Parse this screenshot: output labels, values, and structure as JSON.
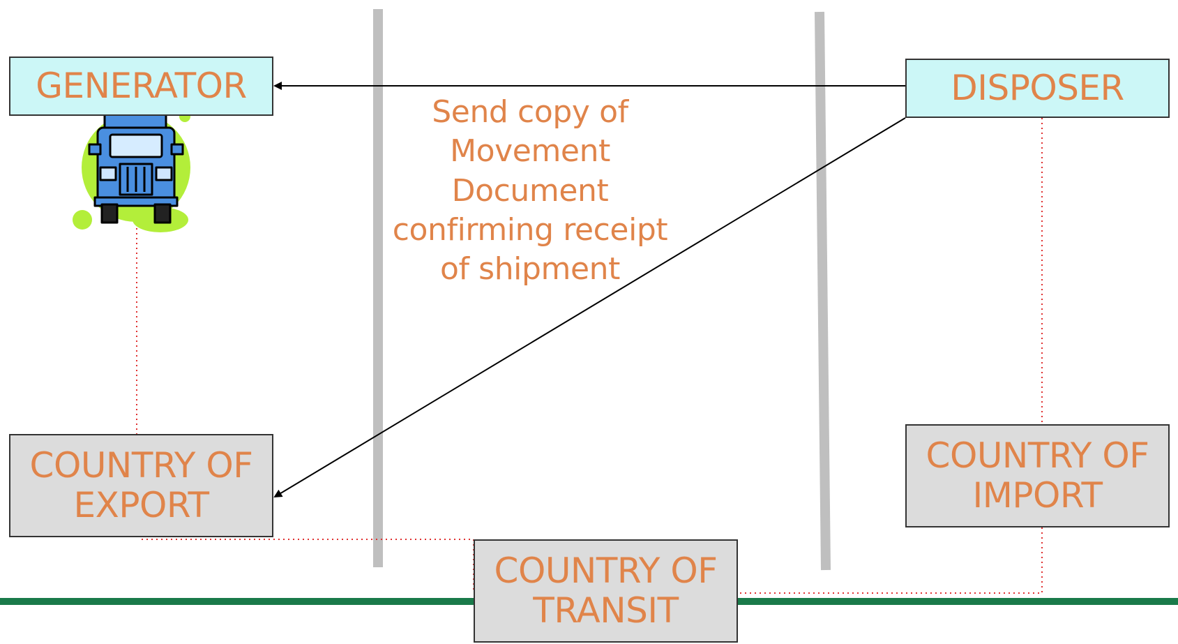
{
  "diagram": {
    "nodes": {
      "generator": "GENERATOR",
      "disposer": "DISPOSER",
      "country_of_export": "COUNTRY OF\nEXPORT",
      "country_of_import": "COUNTRY OF\nIMPORT",
      "country_of_transit": "COUNTRY OF\nTRANSIT"
    },
    "message": "Send copy of\nMovement\nDocument\nconfirming receipt\nof shipment",
    "colors": {
      "text": "#e0844a",
      "actor_fill": "#ccf7f7",
      "country_fill": "#dcdcdc",
      "border_line": "#1a7a4a",
      "boundary": "#bfbfbf",
      "link": "#e03030",
      "truck_body": "#4a8fe0",
      "truck_splash": "#b3ee3a"
    },
    "icons": {
      "generator_vehicle": "truck-icon"
    }
  }
}
